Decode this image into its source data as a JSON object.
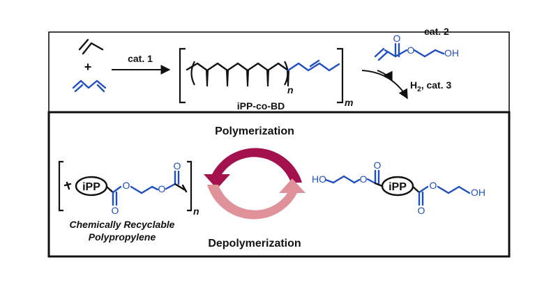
{
  "reaction": {
    "catalyst_1": "cat. 1",
    "catalyst_2": "cat. 2",
    "hydrogen": "H",
    "hydrogen_sub": "2",
    "catalyst_3": ", cat. 3",
    "plus": "+",
    "copolymer_label": "iPP-co-BD",
    "subscript_n": "n",
    "subscript_m": "m",
    "atom_O": "O",
    "atom_OH": "OH"
  },
  "cycle": {
    "polymerization": "Polymerization",
    "depolymerization": "Depolymerization",
    "ipp_label": "iPP",
    "monomer_HO": "HO",
    "monomer_OH": "OH",
    "polymer_n": "n",
    "atom_O": "O",
    "caption_line1": "Chemically Recyclable",
    "caption_line2": "Polypropylene"
  },
  "colors": {
    "black": "#111111",
    "blue": "#1f4fbf",
    "polymerization_arrow": "#a3124f",
    "depolymerization_arrow": "#e0929b"
  }
}
